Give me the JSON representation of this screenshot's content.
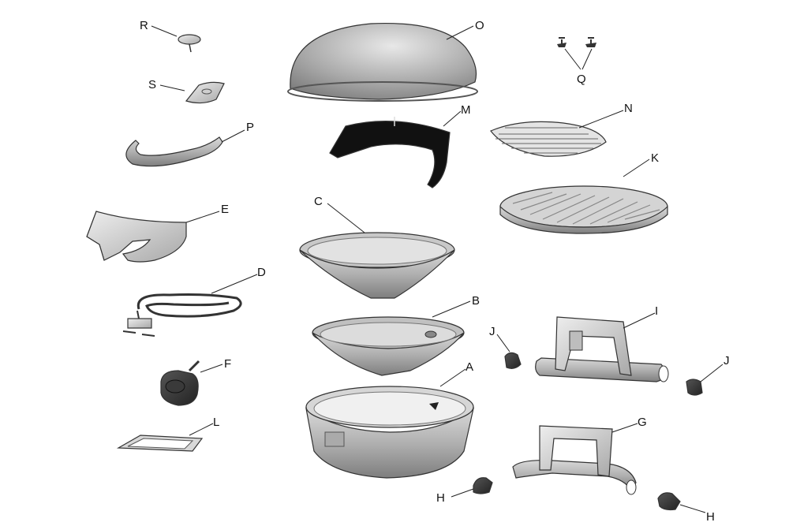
{
  "diagram": {
    "labels": {
      "R": "R",
      "S": "S",
      "P": "P",
      "E": "E",
      "D": "D",
      "F": "F",
      "L": "L",
      "O": "O",
      "M": "M",
      "C": "C",
      "B": "B",
      "A": "A",
      "Q": "Q",
      "N": "N",
      "K": "K",
      "I": "I",
      "J_left": "J",
      "J_right": "J",
      "G": "G",
      "H_left": "H",
      "H_right": "H"
    }
  }
}
